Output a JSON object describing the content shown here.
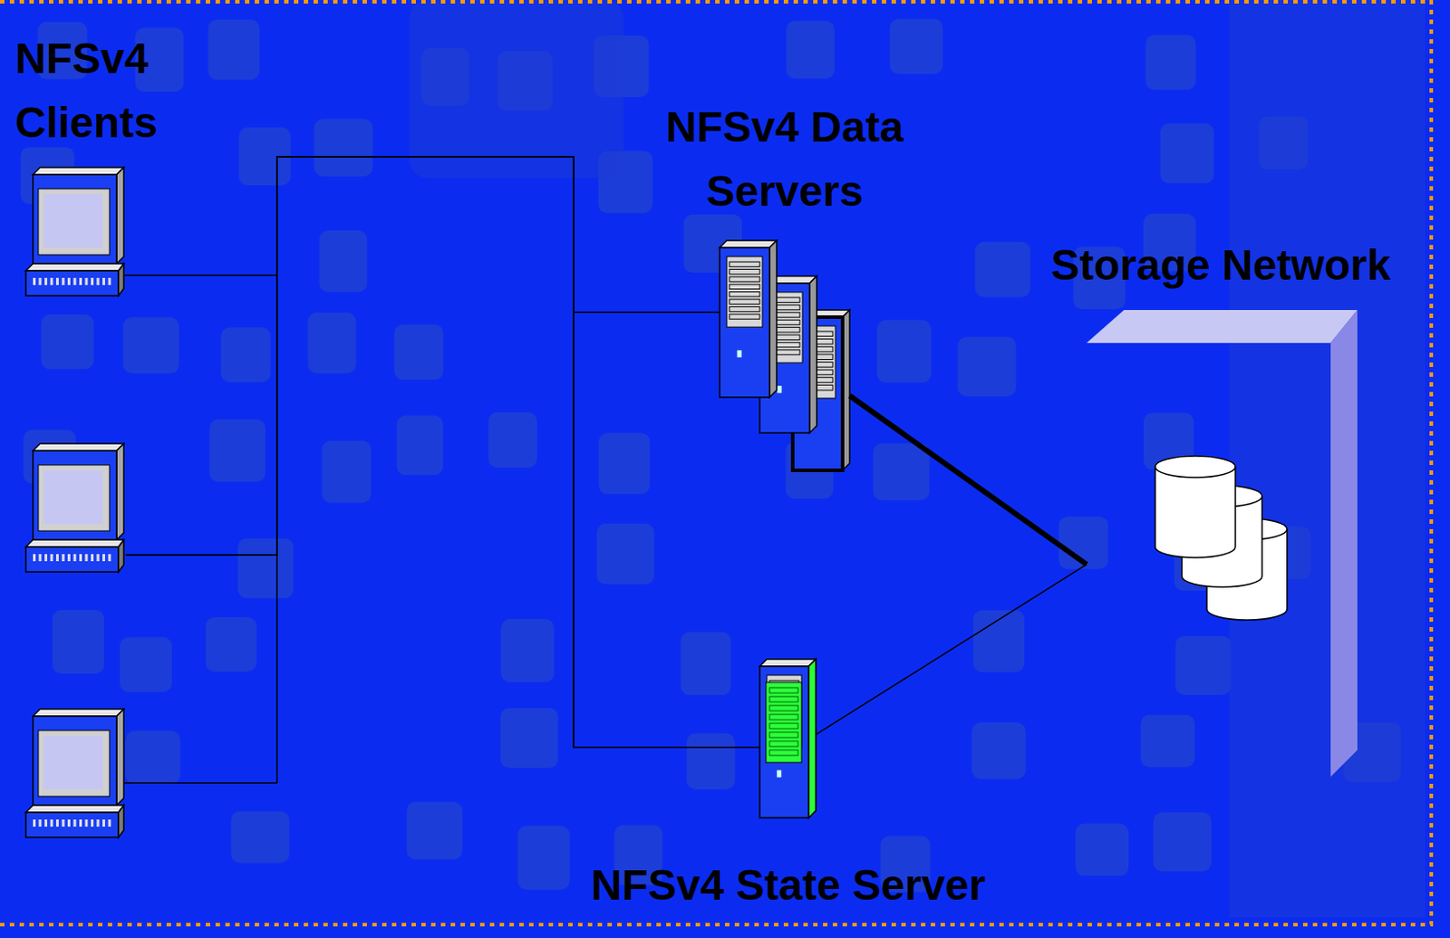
{
  "diagram": {
    "nodes": [
      {
        "text": [
          "NFSv4 Clients"
        ]
      },
      {
        "text": [
          "NFSv4 Data Servers"
        ]
      },
      {
        "text": [
          "Storage Network"
        ]
      },
      {
        "text": [
          "NFSv4 State Server"
        ]
      }
    ],
    "edges": [
      {
        "from": 0,
        "to": 1,
        "arrow": "none"
      },
      {
        "from": 0,
        "to": 3,
        "arrow": "none"
      },
      {
        "from": 1,
        "to": 2,
        "arrow": "none"
      },
      {
        "from": 3,
        "to": 2,
        "arrow": "none"
      }
    ]
  }
}
